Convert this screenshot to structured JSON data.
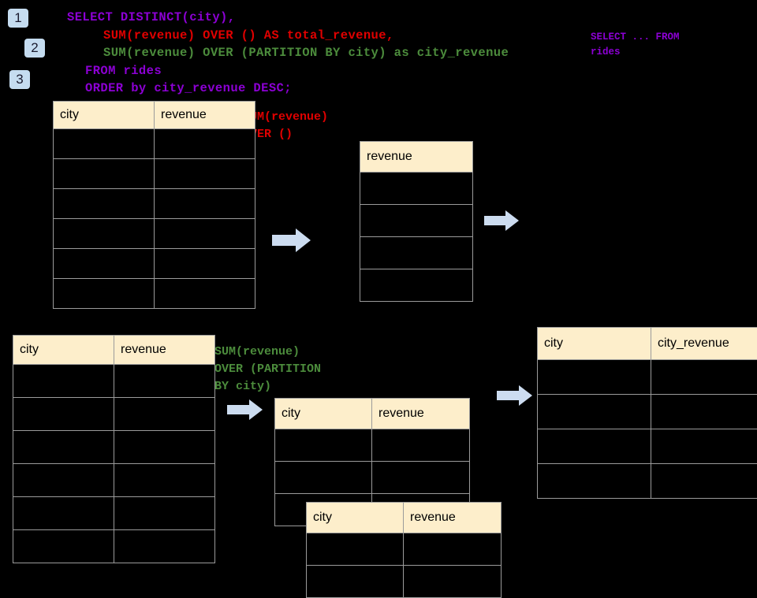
{
  "theme": {
    "background": "#000000",
    "header_fill": "#fdeecb",
    "grid_line": "#9b9b9b",
    "badge_fill": "#c5dcf0",
    "arrow_fill": "#ccdcf0",
    "purple": "#8c00d4",
    "red": "#e00000",
    "green": "#4c8c3c"
  },
  "badges": [
    {
      "label": "1"
    },
    {
      "label": "2"
    },
    {
      "label": "3"
    }
  ],
  "sql": {
    "line1": "SELECT DISTINCT(city),",
    "line2": "SUM(revenue) OVER () AS total_revenue,",
    "line3": "SUM(revenue) OVER (PARTITION BY city) as city_revenue",
    "line4": "FROM rides",
    "line5": "ORDER by city_revenue DESC;"
  },
  "sidenote": {
    "text": "SELECT ... FROM\nrides"
  },
  "annotations": {
    "total_revenue": "SUM(revenue)\nOVER ()",
    "city_revenue": "SUM(revenue)\nOVER (PARTITION\nBY city)"
  },
  "icons": {
    "arrow": "block-arrow-right-icon"
  },
  "tables": {
    "rides_top": {
      "columns": [
        "city",
        "revenue"
      ],
      "row_count": 6,
      "rows": [
        [
          "",
          ""
        ],
        [
          "",
          ""
        ],
        [
          "",
          ""
        ],
        [
          "",
          ""
        ],
        [
          "",
          ""
        ],
        [
          "",
          ""
        ]
      ]
    },
    "total_revenue": {
      "columns": [
        "revenue"
      ],
      "row_count": 4,
      "rows": [
        [
          ""
        ],
        [
          ""
        ],
        [
          ""
        ],
        [
          ""
        ]
      ]
    },
    "rides_bottom": {
      "columns": [
        "city",
        "revenue"
      ],
      "row_count": 6,
      "rows": [
        [
          "",
          ""
        ],
        [
          "",
          ""
        ],
        [
          "",
          ""
        ],
        [
          "",
          ""
        ],
        [
          "",
          ""
        ],
        [
          "",
          ""
        ]
      ]
    },
    "partition_a": {
      "columns": [
        "city",
        "revenue"
      ],
      "row_count": 3,
      "rows": [
        [
          "",
          ""
        ],
        [
          "",
          ""
        ],
        [
          "",
          ""
        ]
      ]
    },
    "partition_b": {
      "columns": [
        "city",
        "revenue"
      ],
      "row_count": 2,
      "rows": [
        [
          "",
          ""
        ],
        [
          "",
          ""
        ]
      ]
    },
    "result": {
      "columns": [
        "city",
        "city_revenue"
      ],
      "row_count": 4,
      "rows": [
        [
          "",
          ""
        ],
        [
          "",
          ""
        ],
        [
          "",
          ""
        ],
        [
          "",
          ""
        ]
      ]
    }
  }
}
